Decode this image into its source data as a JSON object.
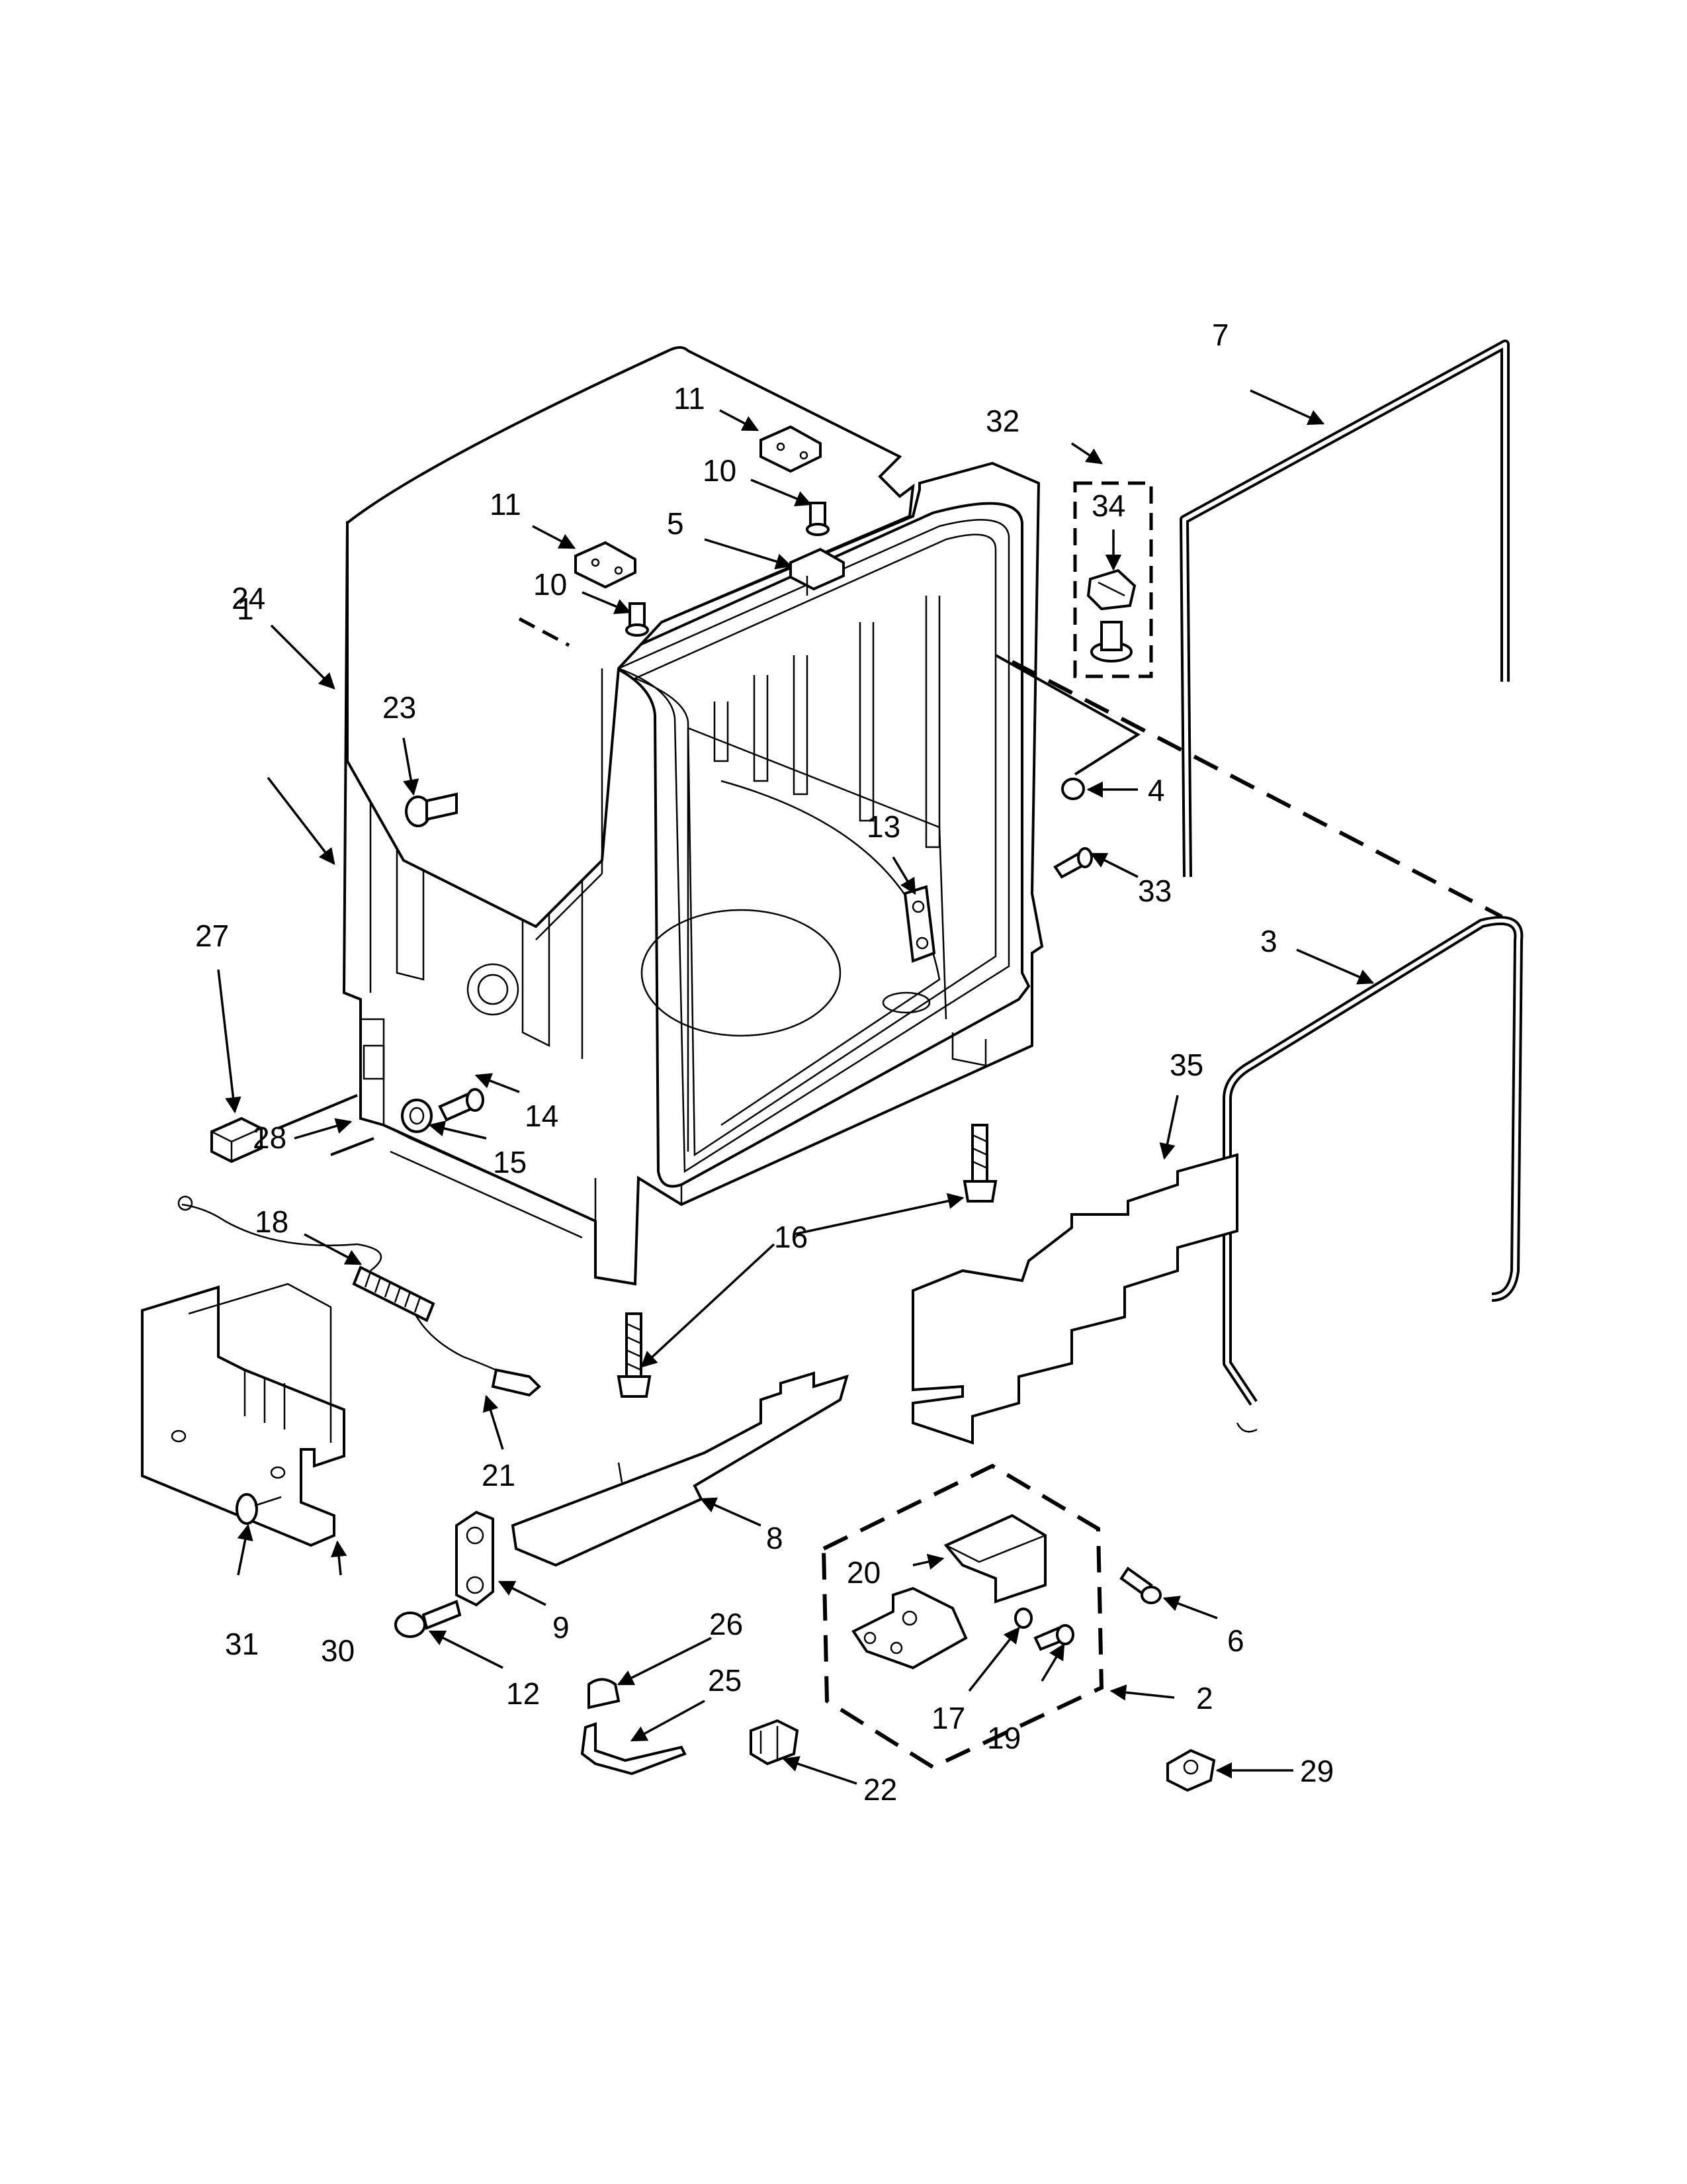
{
  "labels": [
    {
      "id": "1",
      "text": "1"
    },
    {
      "id": "2",
      "text": "2"
    },
    {
      "id": "3",
      "text": "3"
    },
    {
      "id": "4",
      "text": "4"
    },
    {
      "id": "5",
      "text": "5"
    },
    {
      "id": "6",
      "text": "6"
    },
    {
      "id": "7",
      "text": "7"
    },
    {
      "id": "8",
      "text": "8"
    },
    {
      "id": "9",
      "text": "9"
    },
    {
      "id": "10a",
      "text": "10"
    },
    {
      "id": "10b",
      "text": "10"
    },
    {
      "id": "11a",
      "text": "11"
    },
    {
      "id": "11b",
      "text": "11"
    },
    {
      "id": "12",
      "text": "12"
    },
    {
      "id": "13",
      "text": "13"
    },
    {
      "id": "14",
      "text": "14"
    },
    {
      "id": "15",
      "text": "15"
    },
    {
      "id": "16",
      "text": "16"
    },
    {
      "id": "17",
      "text": "17"
    },
    {
      "id": "18",
      "text": "18"
    },
    {
      "id": "19",
      "text": "19"
    },
    {
      "id": "20",
      "text": "20"
    },
    {
      "id": "21",
      "text": "21"
    },
    {
      "id": "22",
      "text": "22"
    },
    {
      "id": "23",
      "text": "23"
    },
    {
      "id": "24",
      "text": "24"
    },
    {
      "id": "25",
      "text": "25"
    },
    {
      "id": "26",
      "text": "26"
    },
    {
      "id": "27",
      "text": "27"
    },
    {
      "id": "28",
      "text": "28"
    },
    {
      "id": "29",
      "text": "29"
    },
    {
      "id": "30",
      "text": "30"
    },
    {
      "id": "31",
      "text": "31"
    },
    {
      "id": "32",
      "text": "32"
    },
    {
      "id": "33",
      "text": "33"
    },
    {
      "id": "34",
      "text": "34"
    },
    {
      "id": "35",
      "text": "35"
    }
  ]
}
